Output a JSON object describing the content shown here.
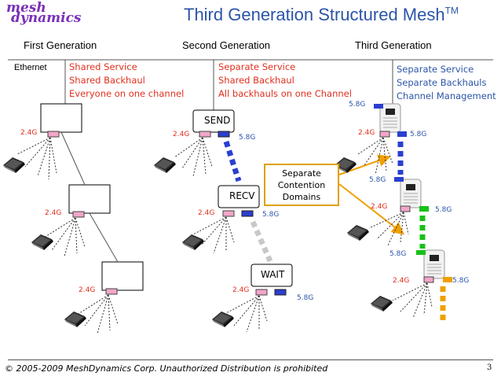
{
  "logo": {
    "line1": "mesh",
    "line2": "dynamics"
  },
  "title": {
    "text": "Third Generation Structured Mesh",
    "sup": "TM"
  },
  "columns": {
    "first": "First Generation",
    "second": "Second Generation",
    "third": "Third Generation"
  },
  "ethernet": "Ethernet",
  "gen1": [
    "Shared Service",
    "Shared Backhaul",
    "Everyone on one channel"
  ],
  "gen2": [
    "Separate Service",
    "Shared Backhaul",
    "All backhauls on one Channel"
  ],
  "gen3": [
    "Separate Service",
    "Separate Backhauls",
    "Channel Management"
  ],
  "band_24": "2.4G",
  "band_58": "5.8G",
  "nodes": {
    "send": "SEND",
    "recv": "RECV",
    "wait": "WAIT"
  },
  "callout": [
    "Separate",
    "Contention",
    "Domains"
  ],
  "footer": "© 2005-2009 MeshDynamics Corp. Unauthorized Distribution is prohibited",
  "page": "3",
  "colors": {
    "accent_blue": "#2b55a8",
    "accent_red": "#e0301e",
    "link_blue": "#2a3fd0",
    "link_gray": "#c8c8c8",
    "link_green": "#18c018",
    "link_orange": "#f0a000",
    "radio_pink": "#f2a6c9"
  }
}
